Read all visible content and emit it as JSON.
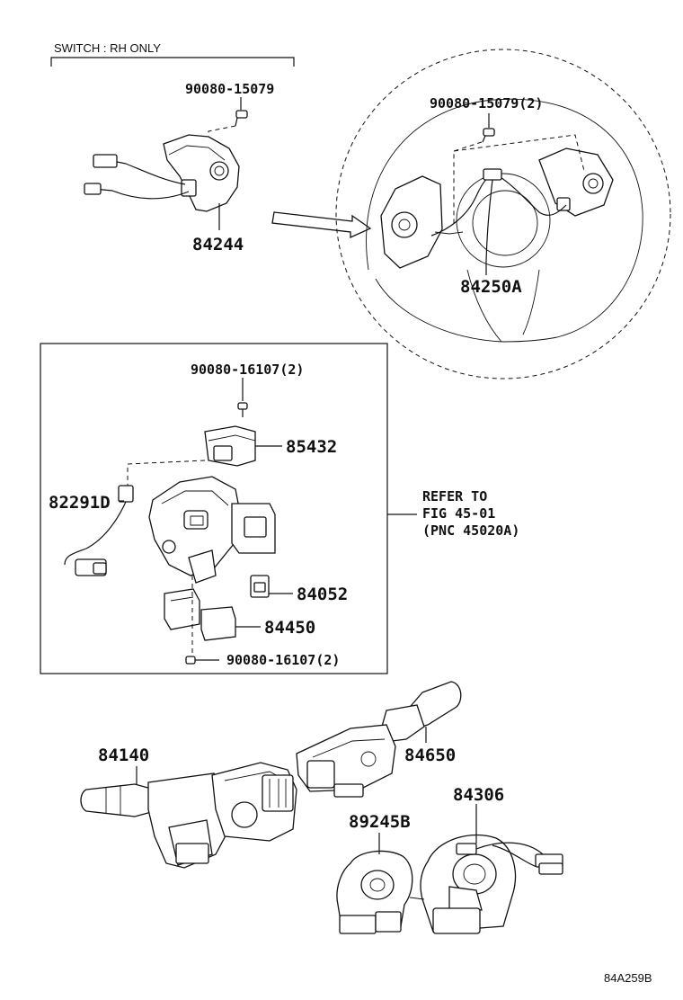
{
  "note_switch": "SWITCH : RH ONLY",
  "labels": {
    "p90080_15079": "90080-15079",
    "p84244": "84244",
    "p90080_15079_2": "90080-15079(2)",
    "p84250A": "84250A",
    "p90080_16107_top": "90080-16107(2)",
    "p85432": "85432",
    "p82291D": "82291D",
    "p84052": "84052",
    "p84450": "84450",
    "p90080_16107_bottom": "90080-16107(2)",
    "p84140": "84140",
    "p84650": "84650",
    "p84306": "84306",
    "p89245B": "89245B"
  },
  "refer": {
    "line1": "REFER TO",
    "line2": "FIG 45-01",
    "line3": "(PNC 45020A)"
  },
  "figure_id": "84A259B"
}
